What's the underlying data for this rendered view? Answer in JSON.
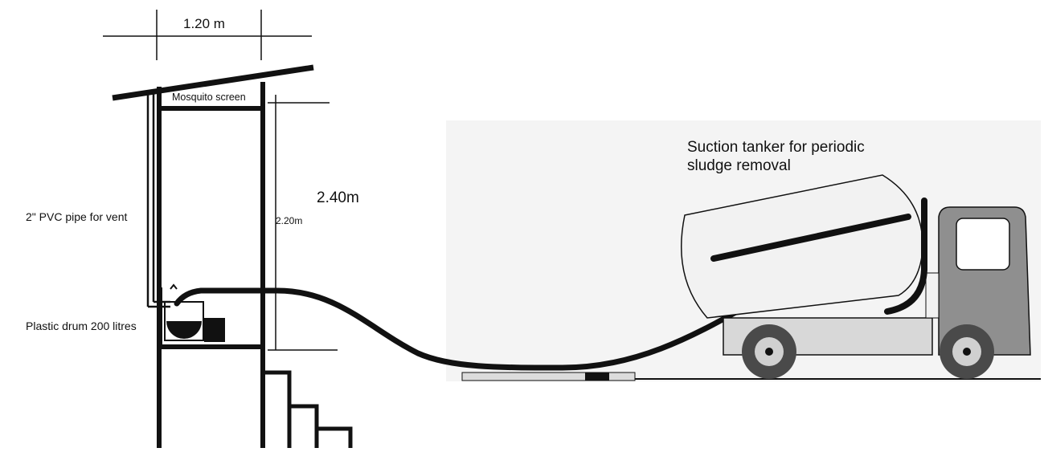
{
  "diagram": {
    "width_label": "1.20 m",
    "screen_label": "Mosquito screen",
    "vent_label": "2\" PVC pipe for vent",
    "drum_label": "Plastic drum 200 litres",
    "inner_height_label": "2.20m",
    "outer_height_label": "2.40m",
    "tanker_label": "Suction tanker for periodic\nsludge removal"
  },
  "colors": {
    "line": "#111111",
    "truck_cab": "#8f8f8f",
    "truck_bed": "#d8d8d8",
    "tank": "#f2f2f2",
    "background_panel": "#f4f4f4",
    "wheel": "#4a4a4a"
  }
}
